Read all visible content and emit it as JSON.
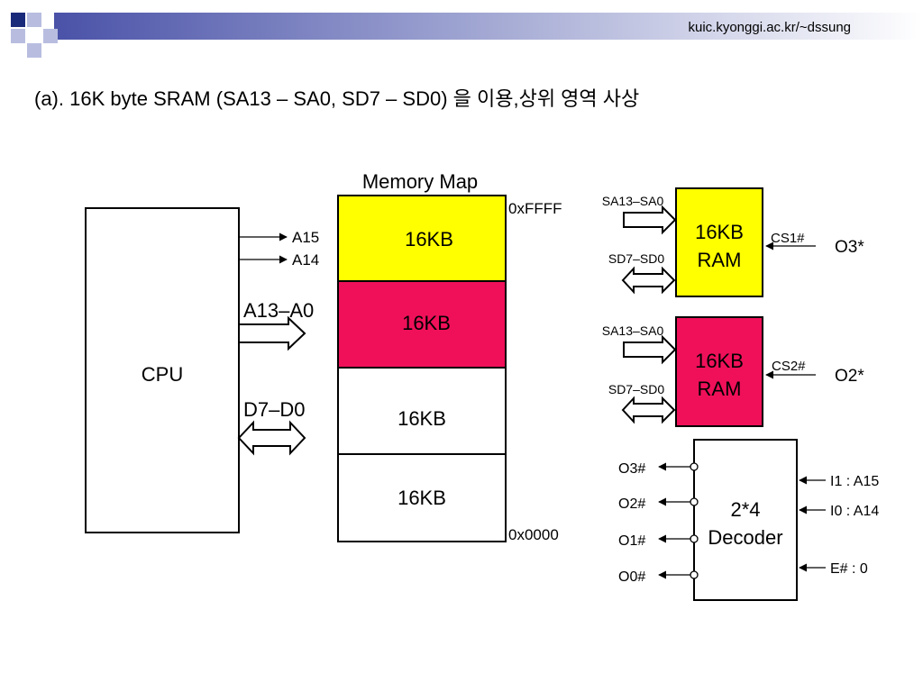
{
  "header": {
    "url": "kuic.kyonggi.ac.kr/~dssung",
    "accent_dark": "#1a2a7a",
    "accent_light": "#b8bde0"
  },
  "title": "(a). 16K byte SRAM (SA13 – SA0, SD7 – SD0) 을 이용,상위 영역 사상",
  "cpu": {
    "label": "CPU",
    "addr_lines": [
      "A15",
      "A14"
    ],
    "addr_bus": "A13–A0",
    "data_bus": "D7–D0"
  },
  "memory_map": {
    "title": "Memory Map",
    "top_address": "0xFFFF",
    "bottom_address": "0x0000",
    "blocks": [
      {
        "label": "16KB",
        "color": "#ffff00"
      },
      {
        "label": "16KB",
        "color": "#f0105a"
      },
      {
        "label": "16KB",
        "color": "#ffffff"
      },
      {
        "label": "16KB",
        "color": "#ffffff"
      }
    ]
  },
  "rams": [
    {
      "line1": "16KB",
      "line2": "RAM",
      "color": "#ffff00",
      "addr": "SA13–SA0",
      "data": "SD7–SD0",
      "cs": "CS1#",
      "out": "O3*"
    },
    {
      "line1": "16KB",
      "line2": "RAM",
      "color": "#f0105a",
      "addr": "SA13–SA0",
      "data": "SD7–SD0",
      "cs": "CS2#",
      "out": "O2*"
    }
  ],
  "decoder": {
    "line1": "2*4",
    "line2": "Decoder",
    "outputs": [
      "O3#",
      "O2#",
      "O1#",
      "O0#"
    ],
    "inputs": [
      "I1 : A15",
      "I0 : A14",
      "E# : 0"
    ]
  }
}
